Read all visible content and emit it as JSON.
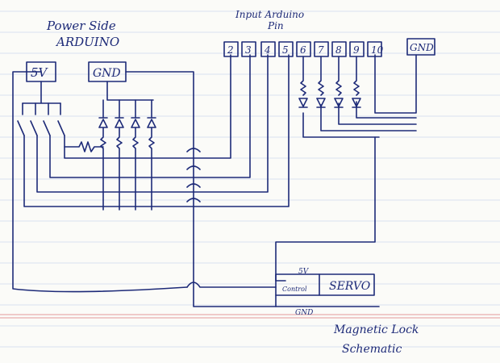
{
  "titles": {
    "power_side_line1": "Power Side",
    "power_side_line2": "ARDUINO",
    "input_line1": "Input Arduino",
    "input_line2": "Pin"
  },
  "power_boxes": {
    "v5": "5V",
    "gnd": "GND"
  },
  "input_pins": [
    "2",
    "3",
    "4",
    "5",
    "6",
    "7",
    "8",
    "9",
    "10"
  ],
  "input_gnd": "GND",
  "servo": {
    "label": "SERVO",
    "control_label": "Control",
    "v5_label": "5V",
    "gnd_label": "GND"
  },
  "caption": {
    "line1": "Magnetic Lock",
    "line2": "Schematic"
  },
  "colors": {
    "ink": "#1d2a78",
    "rule_blue": "#b9c9e6",
    "rule_red": "#e39a9a",
    "paper": "#fbfbf8"
  }
}
